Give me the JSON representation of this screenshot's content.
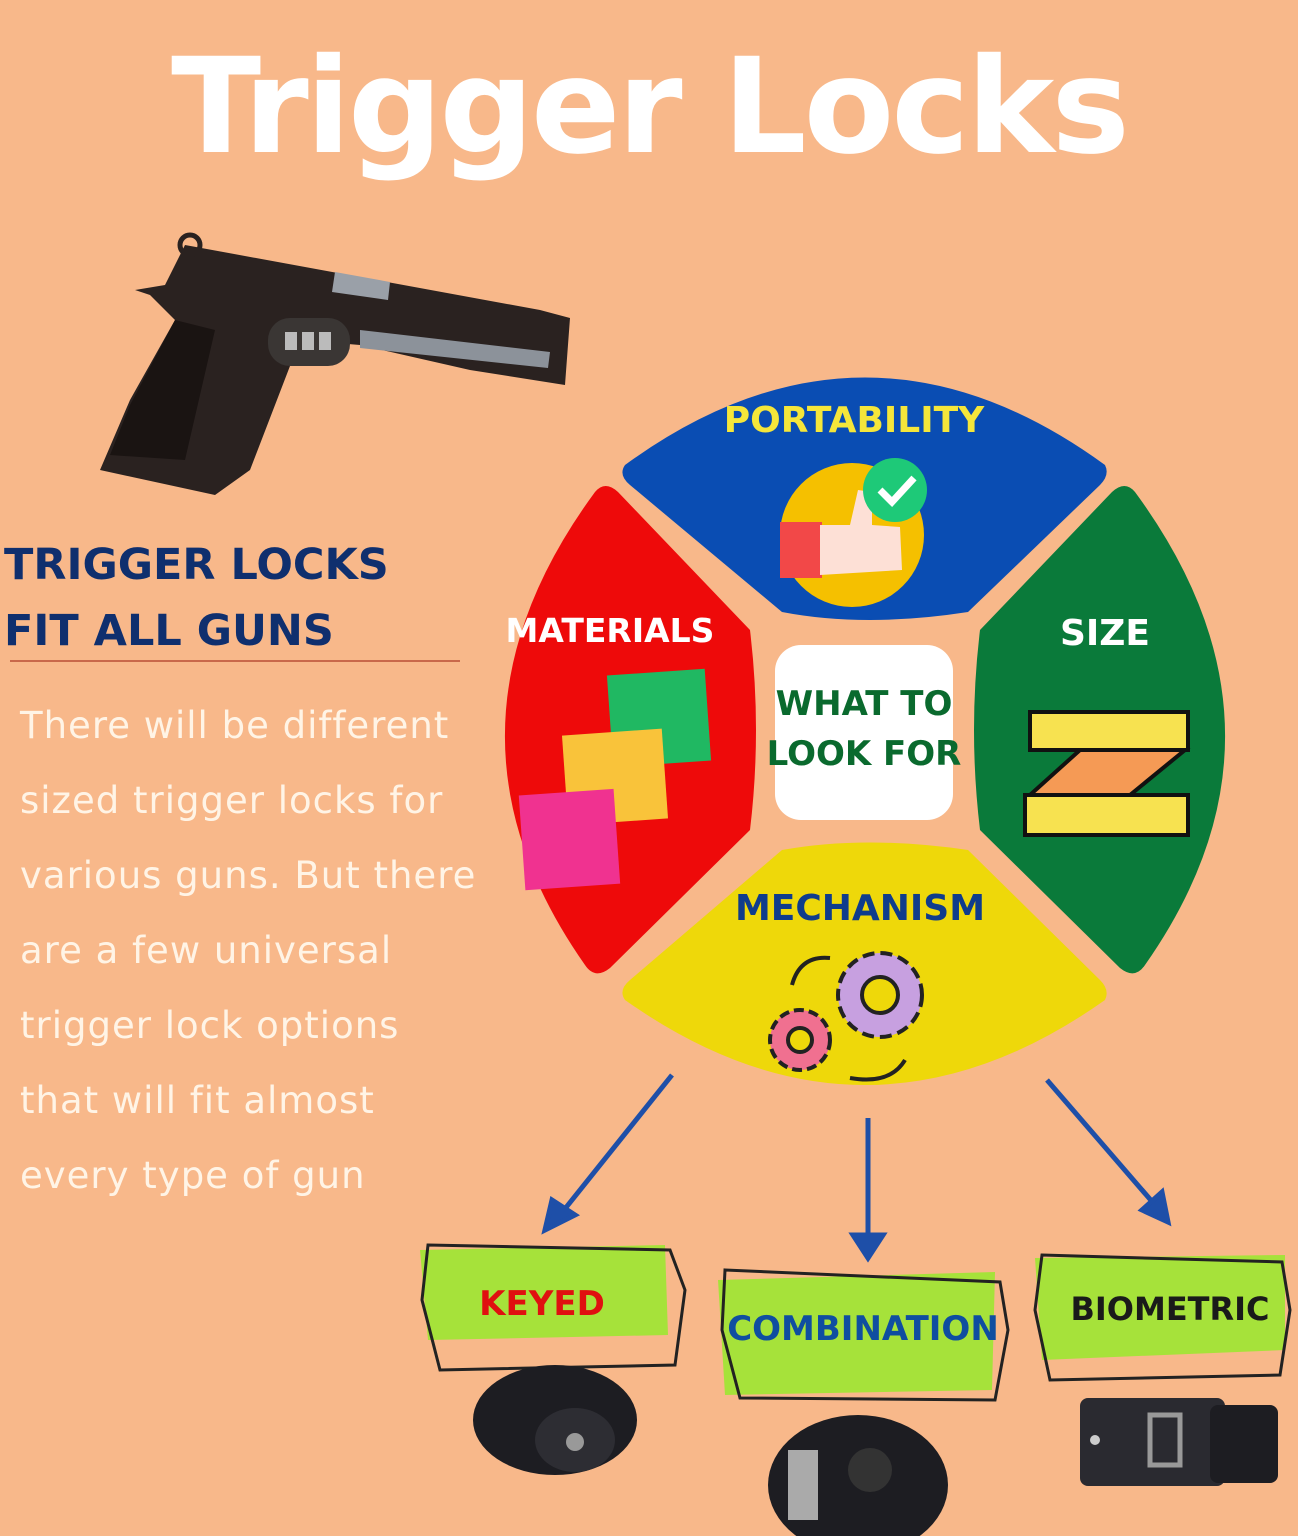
{
  "title": "Trigger Locks",
  "heading": "TRIGGER LOCKS FIT ALL GUNS",
  "body_text": "There will be different sized trigger locks for various guns. But there are a few universal trigger lock options that will fit almost every type of gun",
  "wheel": {
    "center": "WHAT TO LOOK FOR",
    "center_lines": [
      "WHAT TO",
      "LOOK FOR"
    ],
    "segments": [
      {
        "label": "PORTABILITY",
        "color": "#0a4db3",
        "text_color": "#f5e63a",
        "icon": "thumbs-up-check-icon"
      },
      {
        "label": "MATERIALS",
        "color": "#ee0a0a",
        "text_color": "#ffffff",
        "icon": "material-swatches-icon"
      },
      {
        "label": "SIZE",
        "color": "#0a7a3a",
        "text_color": "#ffffff",
        "icon": "measuring-tape-icon"
      },
      {
        "label": "MECHANISM",
        "color": "#eed80a",
        "text_color": "#0f3c8c",
        "icon": "gears-icon"
      }
    ]
  },
  "lock_types": [
    {
      "label": "KEYED",
      "text_color": "#e01010",
      "icon": "keyed-lock-icon"
    },
    {
      "label": "COMBINATION",
      "text_color": "#0f4ea0",
      "icon": "combination-lock-icon"
    },
    {
      "label": "BIOMETRIC",
      "text_color": "#1a1a1a",
      "icon": "biometric-lock-icon"
    }
  ],
  "colors": {
    "background": "#f8b88a",
    "band": "#a6e23a",
    "arrow": "#1e4fa8",
    "heading": "#0f2f6e"
  }
}
